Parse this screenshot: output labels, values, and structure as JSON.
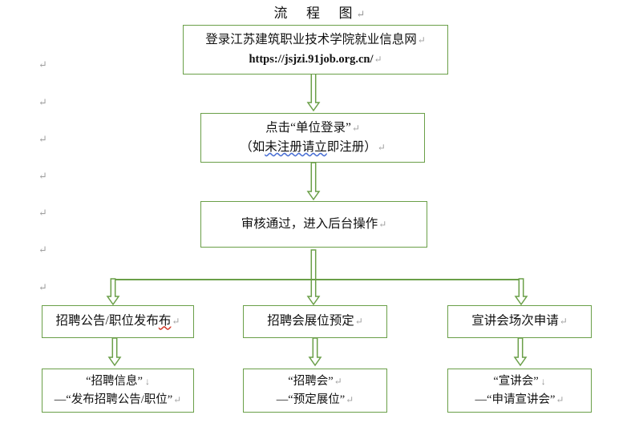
{
  "document": {
    "title": "流  程  图",
    "title_mark": "↵",
    "accent_color": "#6a9f48",
    "text_color": "#111111",
    "mark_color": "#a0a0a0",
    "spellcheck_blue": "#4a6fd4",
    "spellcheck_red": "#d23b2a",
    "background": "#ffffff"
  },
  "margin_marks": [
    {
      "mark": "↵"
    },
    {
      "mark": "↵"
    },
    {
      "mark": "↵"
    },
    {
      "mark": "↵"
    },
    {
      "mark": "↵"
    },
    {
      "mark": "↵"
    },
    {
      "mark": "↵"
    }
  ],
  "flowchart": {
    "type": "flowchart",
    "nodes": [
      {
        "id": "step-1",
        "name": "login-site-box",
        "line1": "登录江苏建筑职业技术学院就业信息网",
        "line1_mark": "↵",
        "line2": "https://jsjzi.91job.org.cn/",
        "line2_mark": "↵"
      },
      {
        "id": "step-2",
        "name": "unit-login-box",
        "line1": "点击“单位登录”",
        "line1_mark": "↵",
        "line2_prefix": "（如",
        "line2_flagged": "未注册请立",
        "line2_suffix": "即注册）",
        "line2_mark": "↵"
      },
      {
        "id": "step-3",
        "name": "approval-box",
        "line1": "审核通过，进入后台操作",
        "line1_mark": "↵"
      },
      {
        "id": "branch-left",
        "name": "job-posting-box",
        "line1_prefix": "招聘公告/职位发布",
        "line1_flagged": "布",
        "line1_mark": "↵"
      },
      {
        "id": "branch-center",
        "name": "career-fair-booth-box",
        "line1": "招聘会展位预定",
        "line1_mark": "↵"
      },
      {
        "id": "branch-right",
        "name": "info-session-apply-box",
        "line1": "宣讲会场次申请",
        "line1_mark": "↵"
      },
      {
        "id": "leaf-left",
        "name": "job-posting-path-box",
        "line1": "“招聘信息”",
        "line1_mark": "↓",
        "line2": "—“发布招聘公告/职位”",
        "line2_mark": "↵"
      },
      {
        "id": "leaf-center",
        "name": "career-fair-path-box",
        "line1": "“招聘会”",
        "line1_mark": "↵",
        "line2": "—“预定展位”",
        "line2_mark": "↵"
      },
      {
        "id": "leaf-right",
        "name": "info-session-path-box",
        "line1": "“宣讲会”",
        "line1_mark": "↓",
        "line2": "—“申请宣讲会”",
        "line2_mark": "↵"
      }
    ],
    "connectors": [
      {
        "name": "arrow-step1-to-step2",
        "from": "step-1",
        "to": "step-2",
        "style": "block-arrow-down"
      },
      {
        "name": "arrow-step2-to-step3",
        "from": "step-2",
        "to": "step-3",
        "style": "block-arrow-down"
      },
      {
        "name": "arrow-step3-to-branch-left",
        "from": "step-3",
        "to": "branch-left",
        "style": "elbow-block-arrow"
      },
      {
        "name": "arrow-step3-to-branch-center",
        "from": "step-3",
        "to": "branch-center",
        "style": "block-arrow-down"
      },
      {
        "name": "arrow-step3-to-branch-right",
        "from": "step-3",
        "to": "branch-right",
        "style": "elbow-block-arrow"
      },
      {
        "name": "arrow-branch-left-to-leaf-left",
        "from": "branch-left",
        "to": "leaf-left",
        "style": "block-arrow-down"
      },
      {
        "name": "arrow-branch-center-to-leaf-center",
        "from": "branch-center",
        "to": "leaf-center",
        "style": "block-arrow-down"
      },
      {
        "name": "arrow-branch-right-to-leaf-right",
        "from": "branch-right",
        "to": "leaf-right",
        "style": "block-arrow-down"
      }
    ]
  }
}
